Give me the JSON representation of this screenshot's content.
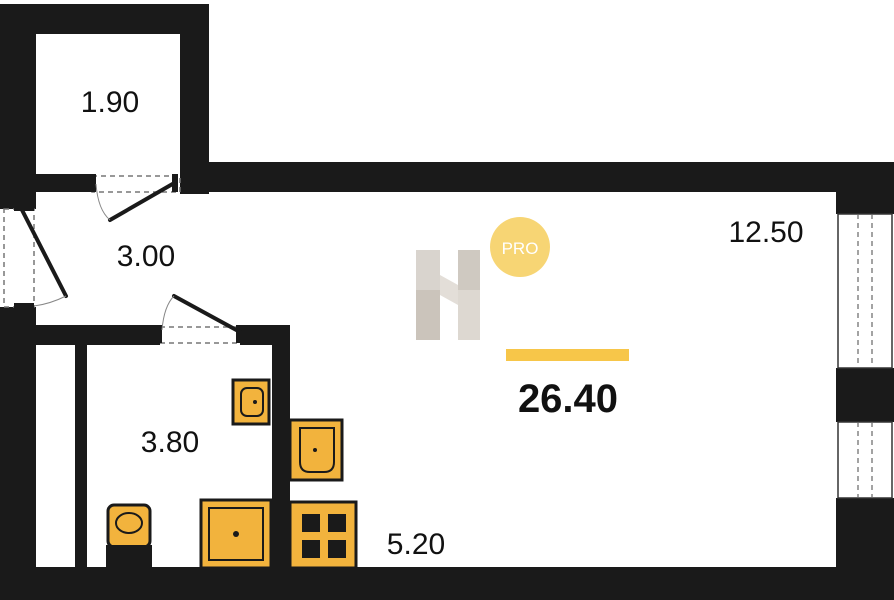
{
  "rooms": {
    "storage_area": "1.90",
    "hall_area": "3.00",
    "bathroom_area": "3.80",
    "living_area": "12.50",
    "kitchen_area": "5.20"
  },
  "total_area": "26.40",
  "logo": {
    "badge_text": "PRO",
    "icon": "h-logo-icon"
  },
  "colors": {
    "wall": "#1a1a1a",
    "accent": "#f7c649",
    "fixture": "#f2b33d",
    "logo_grey": "#d9d4ce",
    "badge": "#f7d574"
  }
}
